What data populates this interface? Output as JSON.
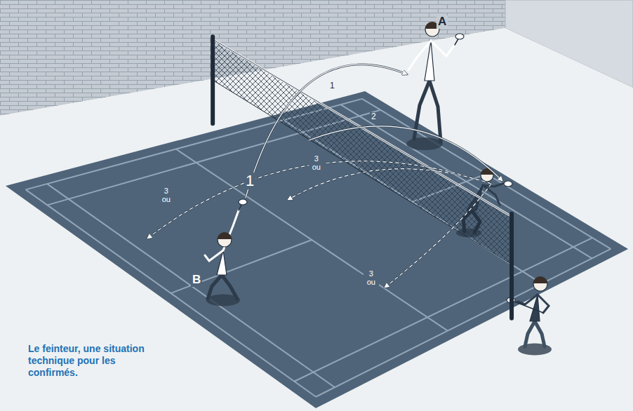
{
  "diagram": {
    "caption": "Le feinteur, une situation technique pour les confirmés.",
    "labels": [
      "A",
      "1",
      "2",
      "1",
      "3 ou",
      "3 ou",
      "3 ou",
      "B"
    ]
  }
}
